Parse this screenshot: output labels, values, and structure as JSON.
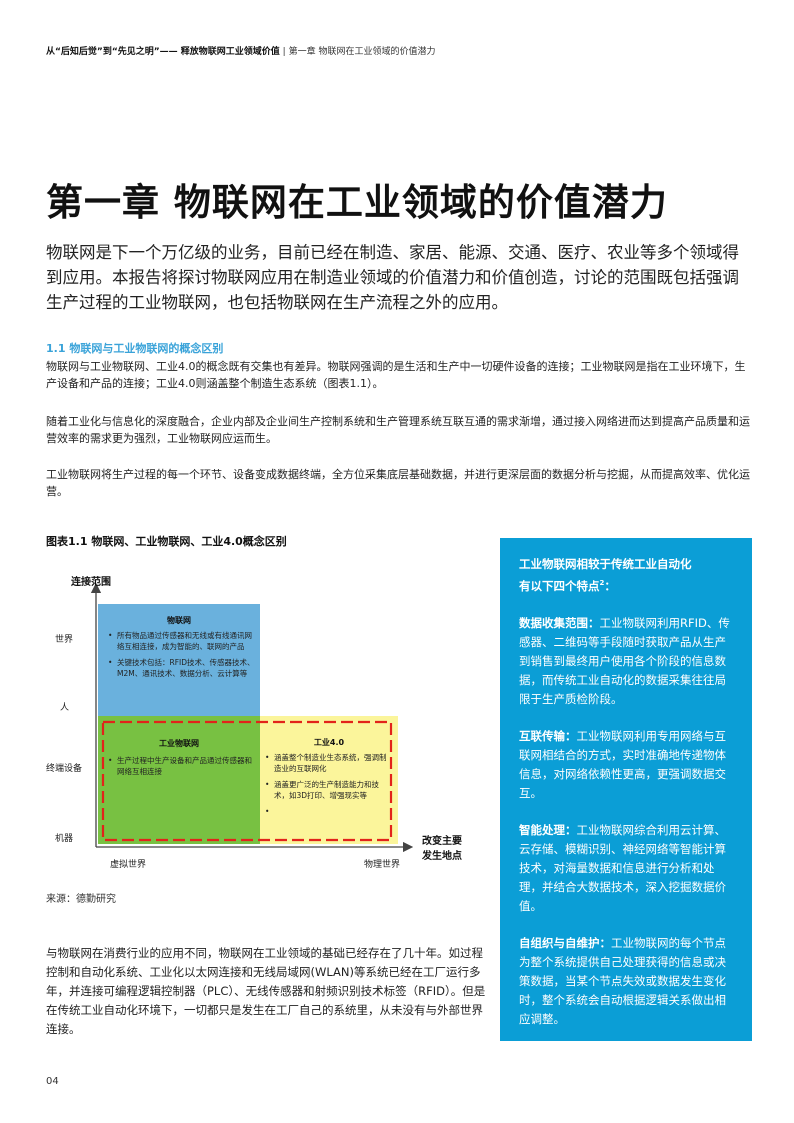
{
  "header": {
    "title_bold": "从“后知后觉”到“先见之明”—— 释放物联网工业领域价值",
    "separator": "|",
    "chapter_ref": "第一章  物联网在工业领域的价值潜力"
  },
  "chapter_title": "第一章  物联网在工业领域的价值潜力",
  "intro": "物联网是下一个万亿级的业务，目前已经在制造、家居、能源、交通、医疗、农业等多个领域得到应用。本报告将探讨物联网应用在制造业领域的价值潜力和价值创造，讨论的范围既包括强调生产过程的工业物联网，也包括物联网在生产流程之外的应用。",
  "section": {
    "heading": "1.1 物联网与工业物联网的概念区别",
    "paragraphs": [
      "物联网与工业物联网、工业4.0的概念既有交集也有差异。物联网强调的是生活和生产中一切硬件设备的连接；工业物联网是指在工业环境下，生产设备和产品的连接；工业4.0则涵盖整个制造生态系统（图表1.1）。",
      "随着工业化与信息化的深度融合，企业内部及企业间生产控制系统和生产管理系统互联互通的需求渐增，通过接入网络进而达到提高产品质量和运营效率的需求更为强烈，工业物联网应运而生。",
      "工业物联网将生产过程的每一个环节、设备变成数据终端，全方位采集底层基础数据，并进行更深层面的数据分析与挖掘，从而提高效率、优化运营。"
    ]
  },
  "figure": {
    "caption": "图表1.1 物联网、工业物联网、工业4.0概念区别",
    "y_axis_label": "连接范围",
    "y_ticks": [
      "世界",
      "人",
      "终端设备",
      "机器"
    ],
    "x_ticks": [
      "虚拟世界",
      "物理世界"
    ],
    "x_axis_label_line1": "改变主要",
    "x_axis_label_line2": "发生地点",
    "boxes": {
      "iot": {
        "title": "物联网",
        "items": [
          "所有物品通过传感器和无线或有线通讯网络互相连接，成为智能的、联网的产品",
          "关键技术包括：RFID技术、传感器技术、M2M、通讯技术、数据分析、云计算等"
        ],
        "color": "#6ab1dd"
      },
      "iiot": {
        "title": "工业物联网",
        "items": [
          "生产过程中生产设备和产品通过传感器和网络互相连接"
        ],
        "color": "#78c142"
      },
      "industry40": {
        "title": "工业4.0",
        "items": [
          "涵盖整个制造业生态系统，强调制造业的互联网化",
          "涵盖更广泛的生产制造能力和技术，如3D打印、增强现实等",
          ""
        ],
        "color": "#fbf59b"
      },
      "dash_color": "#e2231a"
    }
  },
  "source": "来源：德勤研究",
  "body_left": "与物联网在消费行业的应用不同，物联网在工业领域的基础已经存在了几十年。如过程控制和自动化系统、工业化以太网连接和无线局域网(WLAN)等系统已经在工厂运行多年，并连接可编程逻辑控制器（PLC）、无线传感器和射频识别技术标签（RFID）。但是在传统工业自动化环境下，一切都只是发生在工厂自己的系统里，从未没有与外部世界连接。",
  "sidebar": {
    "heading_line1": "工业物联网相较于传统工业自动化",
    "heading_line2": "有以下四个特点",
    "heading_sup": "2",
    "heading_colon": "：",
    "items": [
      {
        "term": "数据收集范围：",
        "text": "工业物联网利用RFID、传感器、二维码等手段随时获取产品从生产到销售到最终用户使用各个阶段的信息数据，而传统工业自动化的数据采集往往局限于生产质检阶段。"
      },
      {
        "term": "互联传输：",
        "text": "工业物联网利用专用网络与互联网相结合的方式，实时准确地传递物体信息，对网络依赖性更高，更强调数据交互。"
      },
      {
        "term": "智能处理：",
        "text": "工业物联网综合利用云计算、云存储、模糊识别、神经网络等智能计算技术，对海量数据和信息进行分析和处理，并结合大数据技术，深入挖掘数据价值。"
      },
      {
        "term": "自组织与自维护：",
        "text": "工业物联网的每个节点为整个系统提供自己处理获得的信息或决策数据，当某个节点失效或数据发生变化时，整个系统会自动根据逻辑关系做出相应调整。"
      }
    ],
    "bg_color": "#0b9ed6"
  },
  "page_number": "04"
}
